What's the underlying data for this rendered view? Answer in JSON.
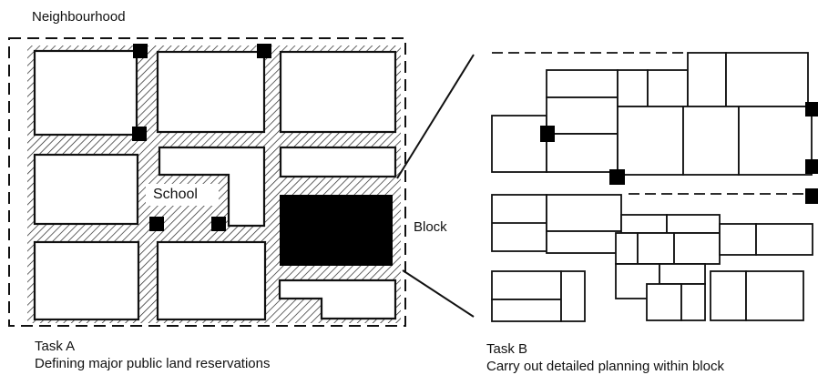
{
  "diagram": {
    "neighbourhood_label": "Neighbourhood",
    "school_label": "School",
    "block_label": "Block",
    "task_a": {
      "title": "Task A",
      "description": "Defining major public land reservations"
    },
    "task_b": {
      "title": "Task B",
      "description": "Carry out detailed planning within block"
    }
  }
}
